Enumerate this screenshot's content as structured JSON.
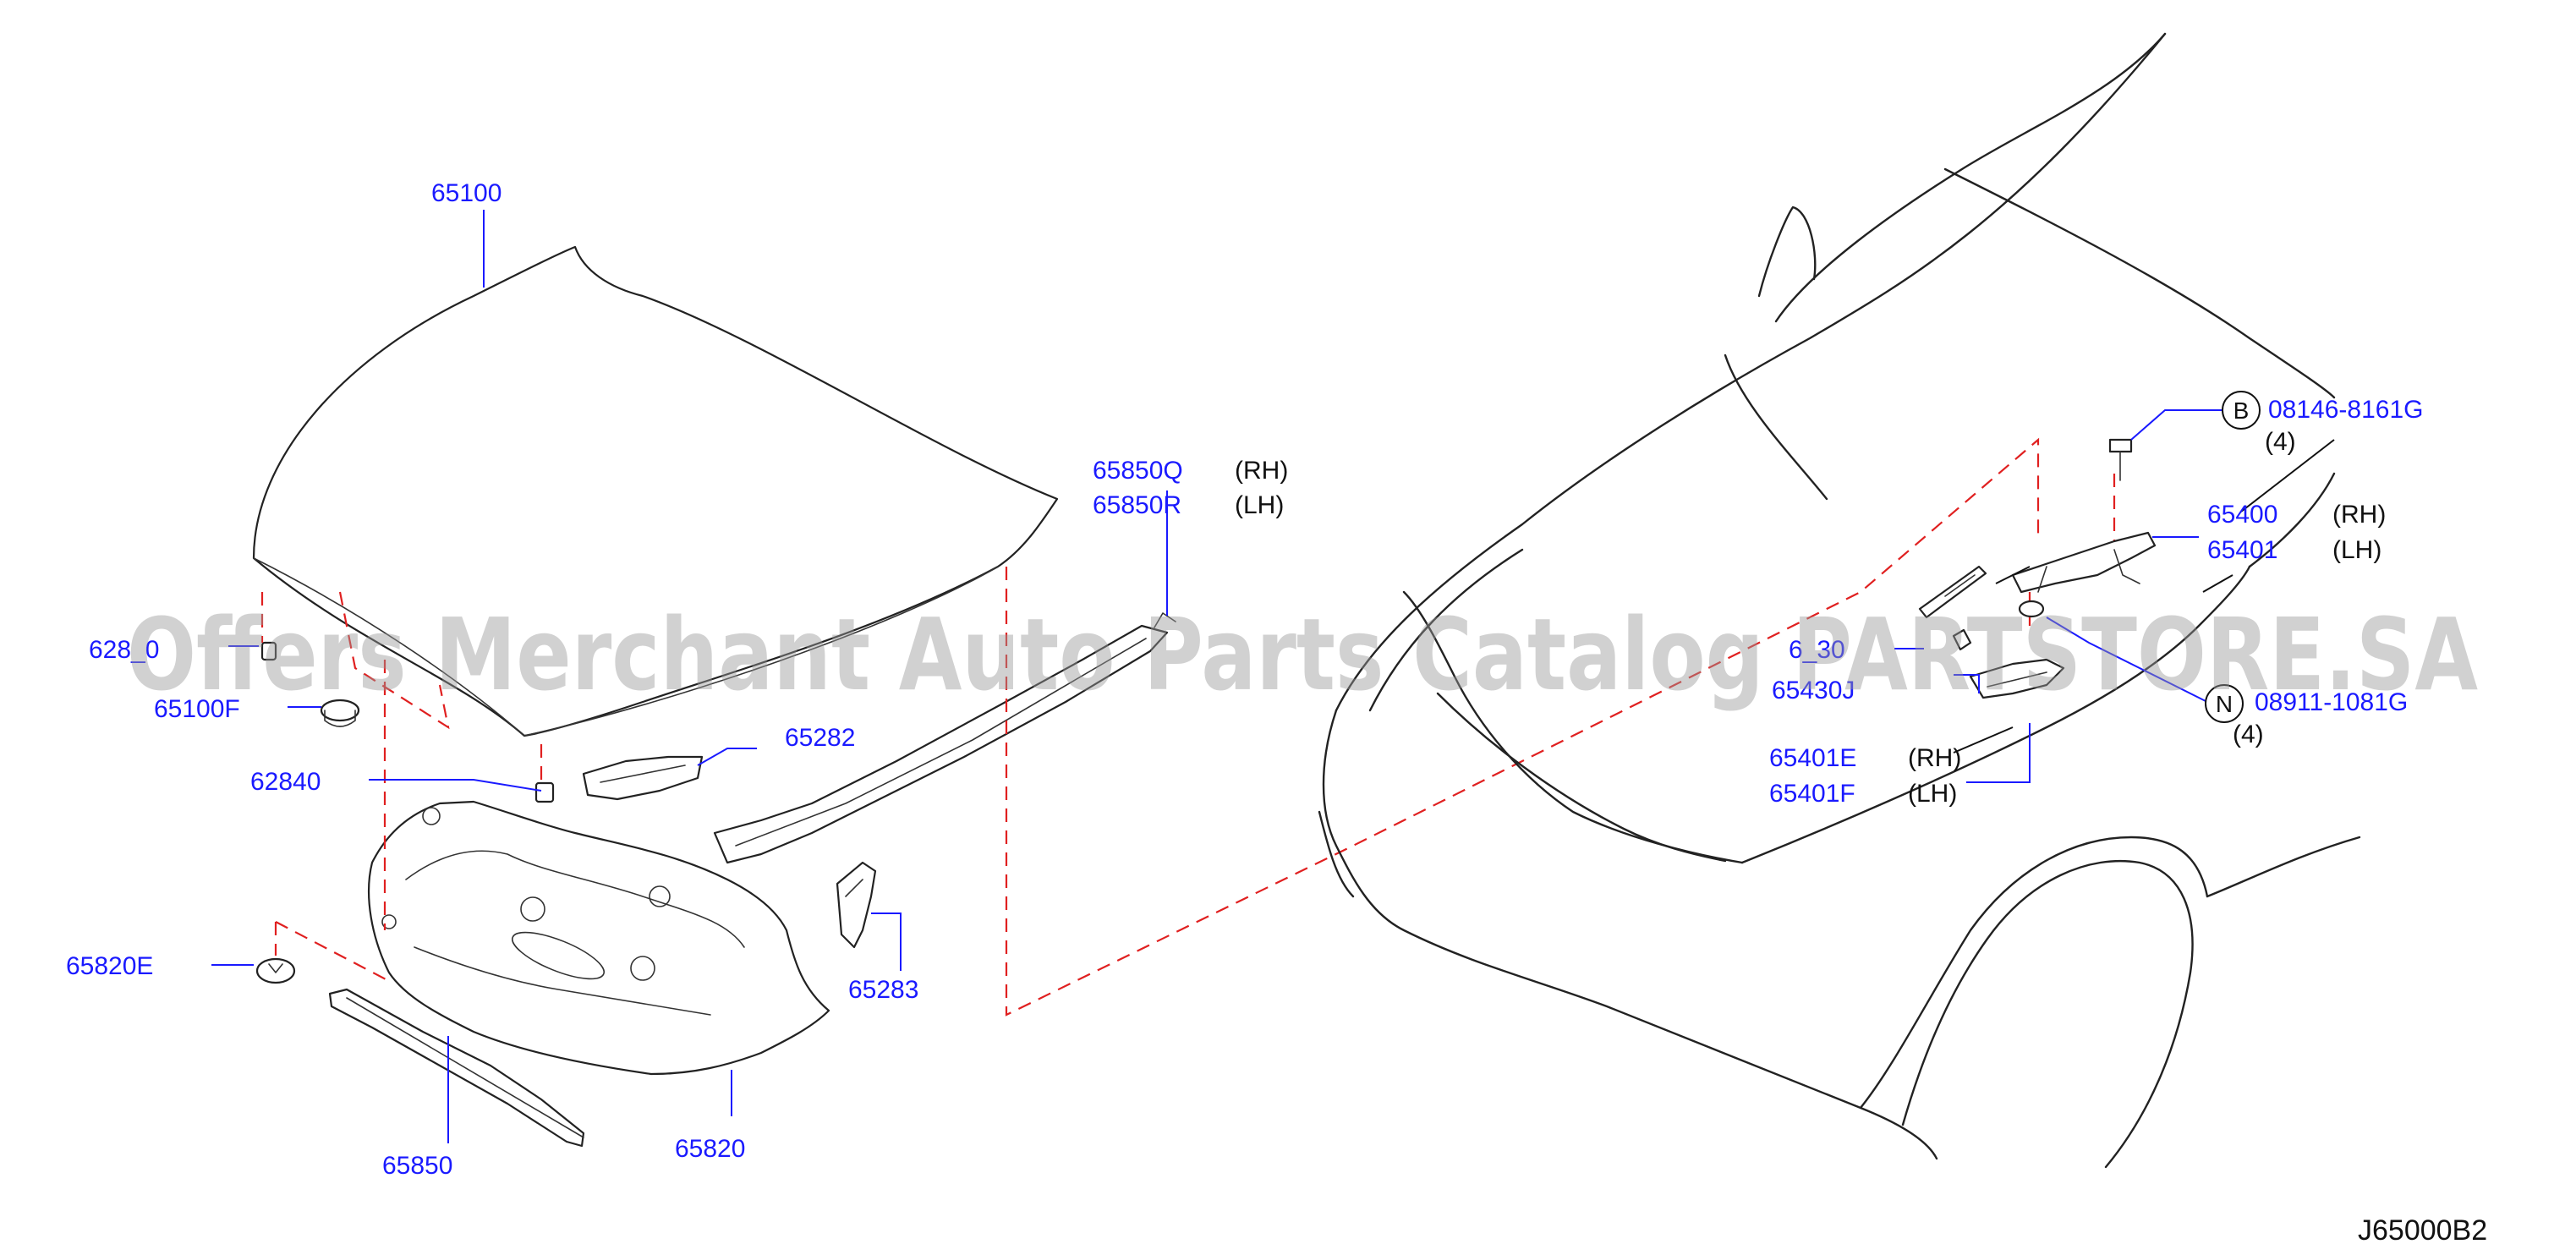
{
  "diagram_code": "J65000B2",
  "watermark_text": "Offers Merchant Auto Parts Catalog PARTSTORE.SA",
  "colors": {
    "part_number": "#1a1aff",
    "assembly_dash": "#e02020",
    "outline": "#222222",
    "watermark": "#9a9a9a"
  },
  "labels": {
    "hood_panel": "65100",
    "hood_bumper_partial": "628_0",
    "hood_bumper_rubber": "65100F",
    "bumper_62840": "62840",
    "clip_65820e": "65820E",
    "insulator_65820": "65820",
    "seal_65850": "65850",
    "bracket_65282": "65282",
    "bracket_65283": "65283",
    "seal_rh_code": "65850Q",
    "seal_rh_side": "(RH)",
    "seal_lh_code": "65850R",
    "seal_lh_side": "(LH)",
    "bolt_b_code": "08146-8161G",
    "bolt_b_qty": "(4)",
    "hinge_rh_code": "65400",
    "hinge_rh_side": "(RH)",
    "hinge_lh_code": "65401",
    "hinge_lh_side": "(LH)",
    "stay_partial": "6_30",
    "stay_65430j": "65430J",
    "nut_n_code": "08911-1081G",
    "nut_n_qty": "(4)",
    "hinge_cover_rh_code": "65401E",
    "hinge_cover_rh_side": "(RH)",
    "hinge_cover_lh_code": "65401F",
    "hinge_cover_lh_side": "(LH)"
  },
  "callouts": {
    "bolt_letter": "B",
    "nut_letter": "N"
  },
  "icons": {
    "hood": "hood-panel-drawing",
    "insulator": "hood-insulator-drawing",
    "vehicle": "vehicle-front-outline-drawing",
    "hinge": "hood-hinge-drawing",
    "bolt": "bolt-icon",
    "nut": "nut-icon"
  }
}
